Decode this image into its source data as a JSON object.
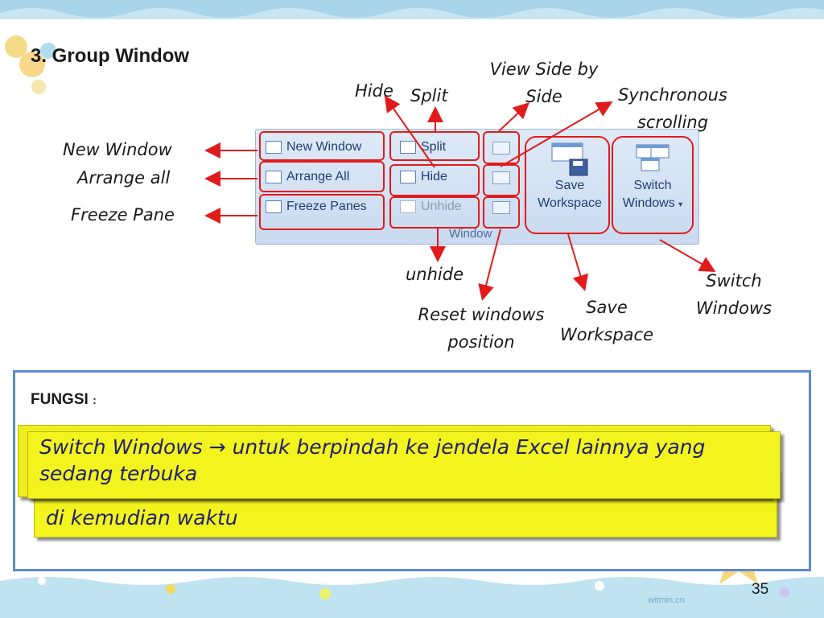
{
  "slide": {
    "title": "3. Group Window",
    "page_number": "35",
    "watermark": "witmin.cn"
  },
  "ribbon": {
    "buttons": {
      "new_window": "New Window",
      "arrange_all": "Arrange All",
      "freeze_panes": "Freeze Panes",
      "split": "Split",
      "hide": "Hide",
      "unhide": "Unhide",
      "save_workspace_line1": "Save",
      "save_workspace_line2": "Workspace",
      "switch_windows_line1": "Switch",
      "switch_windows_line2": "Windows"
    },
    "group_label": "Window"
  },
  "callouts": {
    "new_window": "New Window",
    "arrange_all": "Arrange  all",
    "freeze_pane": "Freeze Pane",
    "hide": "Hide",
    "split": "Split",
    "view_side_by_side_line1": "View Side by",
    "view_side_by_side_line2": "Side",
    "synchronous_line1": "Synchronous",
    "synchronous_line2": "scrolling",
    "unhide": "unhide",
    "reset_line1": "Reset windows",
    "reset_line2": "position",
    "save_line1": "Save",
    "save_line2": "Workspace",
    "switch_line1": "Switch",
    "switch_line2": "Windows"
  },
  "fungsi": {
    "heading": "FUNGSI",
    "colon": ":",
    "note_front": "Switch Windows → untuk berpindah ke jendela Excel lainnya yang sedang terbuka",
    "note_back": "di kemudian waktu"
  },
  "colors": {
    "accent_red": "#e11b1b",
    "note_yellow": "#f3f31e",
    "panel_border": "#5c8bd1",
    "ribbon_bg": "#dfeaf7"
  }
}
